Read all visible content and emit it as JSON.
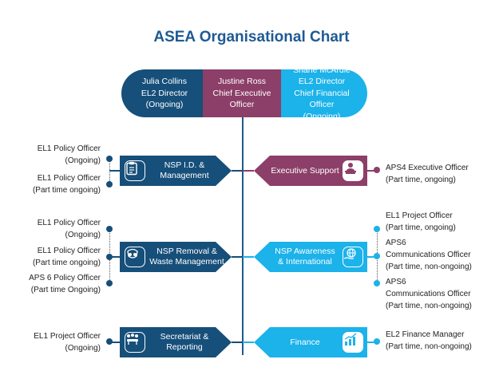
{
  "title": "ASEA Organisational Chart",
  "header": {
    "left": [
      "Julia Collins",
      "EL2 Director",
      "(Ongoing)"
    ],
    "mid": [
      "Justine Ross",
      "Chief Executive",
      "Officer"
    ],
    "right": [
      "Shane McArdle",
      "EL2 Director",
      "Chief Financial Officer",
      "(Ongoing)"
    ]
  },
  "left_units": [
    {
      "label": [
        "NSP I.D. &",
        "Management"
      ],
      "icon": "clipboard-icon",
      "staff": [
        [
          "EL1 Policy Officer",
          "(Ongoing)"
        ],
        [
          "EL1 Policy Officer",
          "(Part time ongoing)"
        ]
      ]
    },
    {
      "label": [
        "NSP Removal &",
        "Waste Management"
      ],
      "icon": "respirator-mask-icon",
      "staff": [
        [
          "EL1 Policy Officer",
          "(Ongoing)"
        ],
        [
          "EL1 Policy Officer",
          "(Part time ongoing)"
        ],
        [
          "APS 6 Policy Officer",
          "(Part time Ongoing)"
        ]
      ]
    },
    {
      "label": [
        "Secretariat &",
        "Reporting"
      ],
      "icon": "meeting-table-icon",
      "staff": [
        [
          "EL1 Project Officer",
          "(Ongoing)"
        ]
      ]
    }
  ],
  "right_units": [
    {
      "label": [
        "Executive Support"
      ],
      "icon": "executive-person-icon",
      "staff": [
        [
          "APS4 Executive Officer",
          "(Part time, ongoing)"
        ]
      ]
    },
    {
      "label": [
        "NSP Awareness",
        "& International"
      ],
      "icon": "globe-hand-icon",
      "staff": [
        [
          "EL1 Project Officer",
          "(Part time, ongoing)"
        ],
        [
          "APS6",
          "Communications Officer",
          "(Part time, non-ongoing)"
        ],
        [
          "APS6",
          "Communications Officer",
          "(Part time, non-ongoing)"
        ]
      ]
    },
    {
      "label": [
        "Finance"
      ],
      "icon": "growth-chart-icon",
      "staff": [
        [
          "EL2 Finance Manager",
          "(Part time, non-ongoing)"
        ]
      ]
    }
  ],
  "colors": {
    "title": "#1f5a94",
    "navy": "#164f7a",
    "plum": "#8c3f68",
    "sky": "#1cb2ea"
  }
}
